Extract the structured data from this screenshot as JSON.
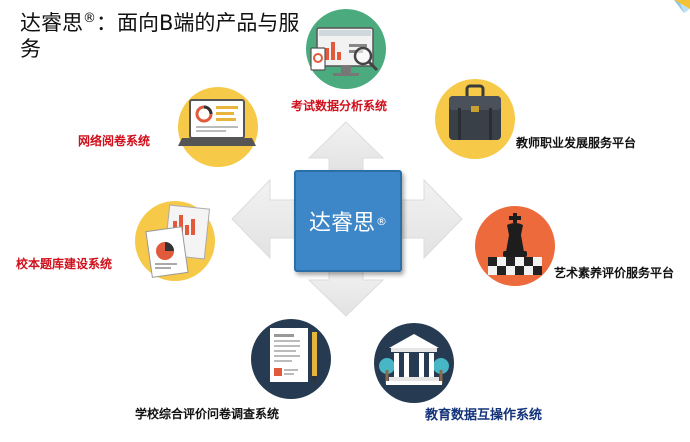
{
  "title": {
    "text": "达睿思",
    "mark": "®",
    "rest": "：面向B端的产品与服务"
  },
  "center": {
    "text": "达睿思",
    "mark": "®"
  },
  "products": [
    {
      "label": "考试数据分析系统",
      "color": "#d0101c"
    },
    {
      "label": "教师职业发展服务平台",
      "color": "#111111"
    },
    {
      "label": "艺术素养评价服务平台",
      "color": "#111111"
    },
    {
      "label": "教育数据互操作系统",
      "color": "#13337a"
    },
    {
      "label": "学校综合评价问卷调查系统",
      "color": "#111111"
    },
    {
      "label": "校本题库建设系统",
      "color": "#d0101c"
    },
    {
      "label": "网络阅卷系统",
      "color": "#d0101c"
    }
  ],
  "icons": [
    "monitor-chart-icon",
    "briefcase-icon",
    "chess-king-icon",
    "museum-building-icon",
    "document-pen-icon",
    "report-papers-icon",
    "laptop-dashboard-icon"
  ],
  "colors": {
    "center_fill": "#3d87c8",
    "arrow": "#ebebeb",
    "circle_green": "#4caa7f",
    "circle_yellow": "#f6c948",
    "circle_orange": "#ec6a3b",
    "circle_navy": "#263a52"
  }
}
